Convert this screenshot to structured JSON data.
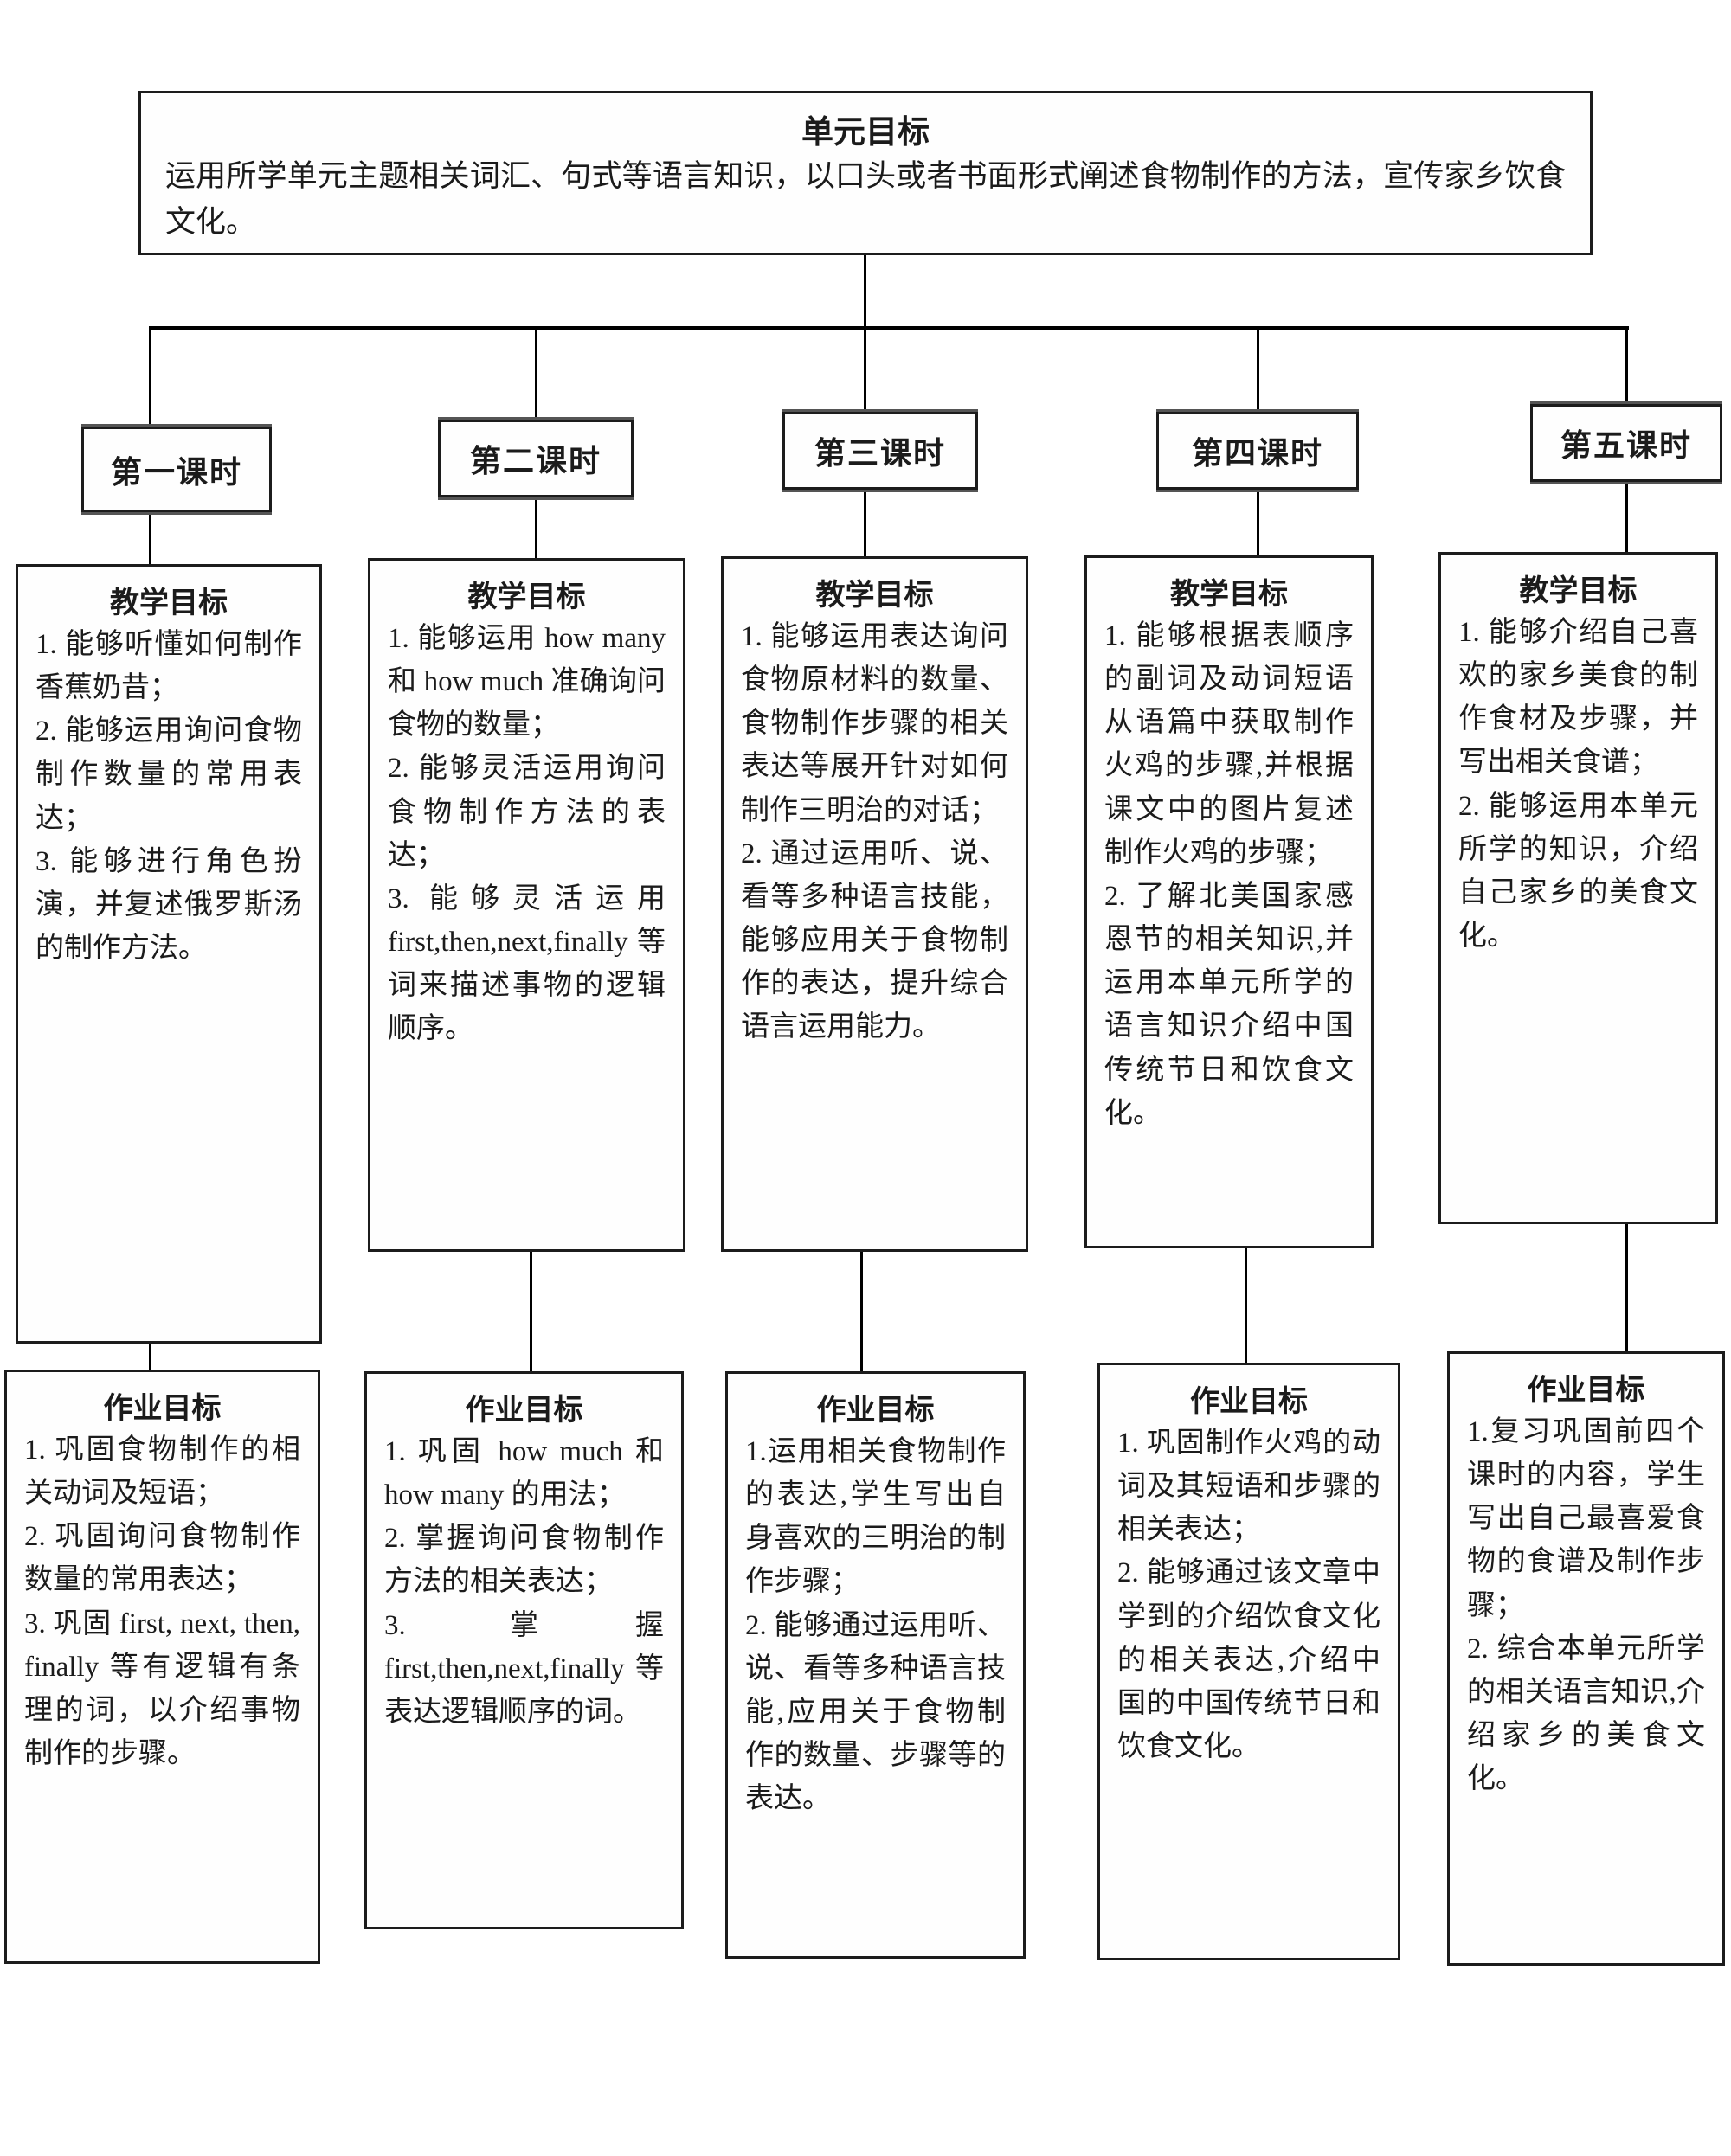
{
  "colors": {
    "ink": "#1b1b1b",
    "background": "#ffffff"
  },
  "root": {
    "title": "单元目标",
    "body": "运用所学单元主题相关词汇、句式等语言知识，以口头或者书面形式阐述食物制作的方法，宣传家乡饮食文化。"
  },
  "columns": [
    {
      "lesson": "第一课时",
      "teaching": {
        "title": "教学目标",
        "items": [
          "1.  能够听懂如何制作香蕉奶昔；",
          "2.  能够运用询问食物制作数量的常用表达；",
          "3.  能够进行角色扮演，并复述俄罗斯汤的制作方法。"
        ]
      },
      "homework": {
        "title": "作业目标",
        "items": [
          "1.  巩固食物制作的相关动词及短语；",
          "2.  巩固询问食物制作数量的常用表达；",
          "3.  巩固 first, next, then, finally 等有逻辑有条理的词，以介绍事物制作的步骤。"
        ]
      }
    },
    {
      "lesson": "第二课时",
      "teaching": {
        "title": "教学目标",
        "items": [
          "1.  能够运用 how many 和 how much 准确询问食物的数量；",
          "2.  能够灵活运用询问食物制作方法的表达；",
          "3.  能够灵活运用 first,then,next,finally 等词来描述事物的逻辑顺序。"
        ]
      },
      "homework": {
        "title": "作业目标",
        "items": [
          "1.  巩固 how much 和 how many 的用法；",
          "2.  掌握询问食物制作方法的相关表达；",
          "3.  掌握 first,then,next,finally 等表达逻辑顺序的词。"
        ]
      }
    },
    {
      "lesson": "第三课时",
      "teaching": {
        "title": "教学目标",
        "items": [
          "1. 能够运用表达询问食物原材料的数量、食物制作步骤的相关表达等展开针对如何制作三明治的对话；",
          "2. 通过运用听、说、看等多种语言技能，能够应用关于食物制作的表达，提升综合语言运用能力。"
        ]
      },
      "homework": {
        "title": "作业目标",
        "items": [
          "1.运用相关食物制作的表达,学生写出自身喜欢的三明治的制作步骤；",
          "2.  能够通过运用听、说、看等多种语言技能,应用关于食物制作的数量、步骤等的表达。"
        ]
      }
    },
    {
      "lesson": "第四课时",
      "teaching": {
        "title": "教学目标",
        "items": [
          "1. 能够根据表顺序的副词及动词短语从语篇中获取制作火鸡的步骤,并根据课文中的图片复述制作火鸡的步骤；",
          "2. 了解北美国家感恩节的相关知识,并运用本单元所学的语言知识介绍中国传统节日和饮食文化。"
        ]
      },
      "homework": {
        "title": "作业目标",
        "items": [
          "1. 巩固制作火鸡的动词及其短语和步骤的相关表达；",
          "2.  能够通过该文章中学到的介绍饮食文化的相关表达,介绍中国的中国传统节日和饮食文化。"
        ]
      }
    },
    {
      "lesson": "第五课时",
      "teaching": {
        "title": "教学目标",
        "items": [
          "1. 能够介绍自己喜欢的家乡美食的制作食材及步骤，并写出相关食谱；",
          "2. 能够运用本单元所学的知识，介绍自己家乡的美食文化。"
        ]
      },
      "homework": {
        "title": "作业目标",
        "items": [
          "1.复习巩固前四个课时的内容，学生写出自己最喜爱食物的食谱及制作步骤；",
          "2.  综合本单元所学的相关语言知识,介绍家乡的美食文化。"
        ]
      }
    }
  ]
}
